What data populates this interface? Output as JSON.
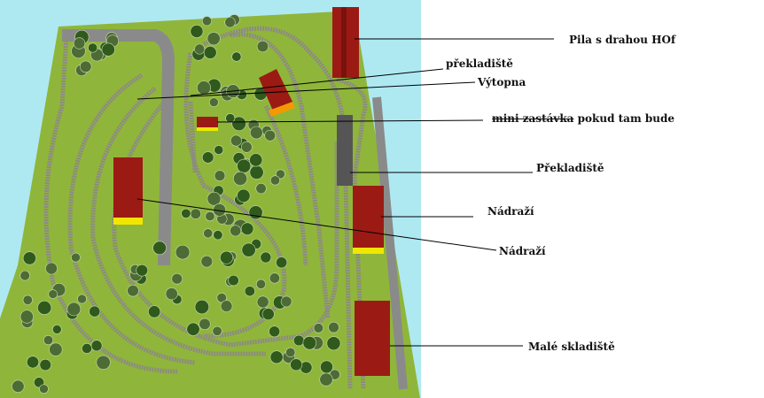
{
  "labels": {
    "pila": "Pila s drahou HOf",
    "prekladiste_small": "překladiště",
    "vytopna": "Výtopna",
    "mini_zastavka_struck": "mini zastávka",
    "mini_zastavka_rest": " pokud tam bude",
    "prekladiste": "Překladiště",
    "nadrazi_1": "Nádraží",
    "nadrazi_2": "Nádraží",
    "male_skladiste": "Malé skladiště"
  },
  "colors": {
    "sky": "#aee9f2",
    "grass": "#8fb63a",
    "track": "#8d8a84",
    "building_roof": "#9c1a14",
    "building_base": "#f2e600",
    "tree": "#2f5a1c",
    "road": "#8a8a8a"
  }
}
